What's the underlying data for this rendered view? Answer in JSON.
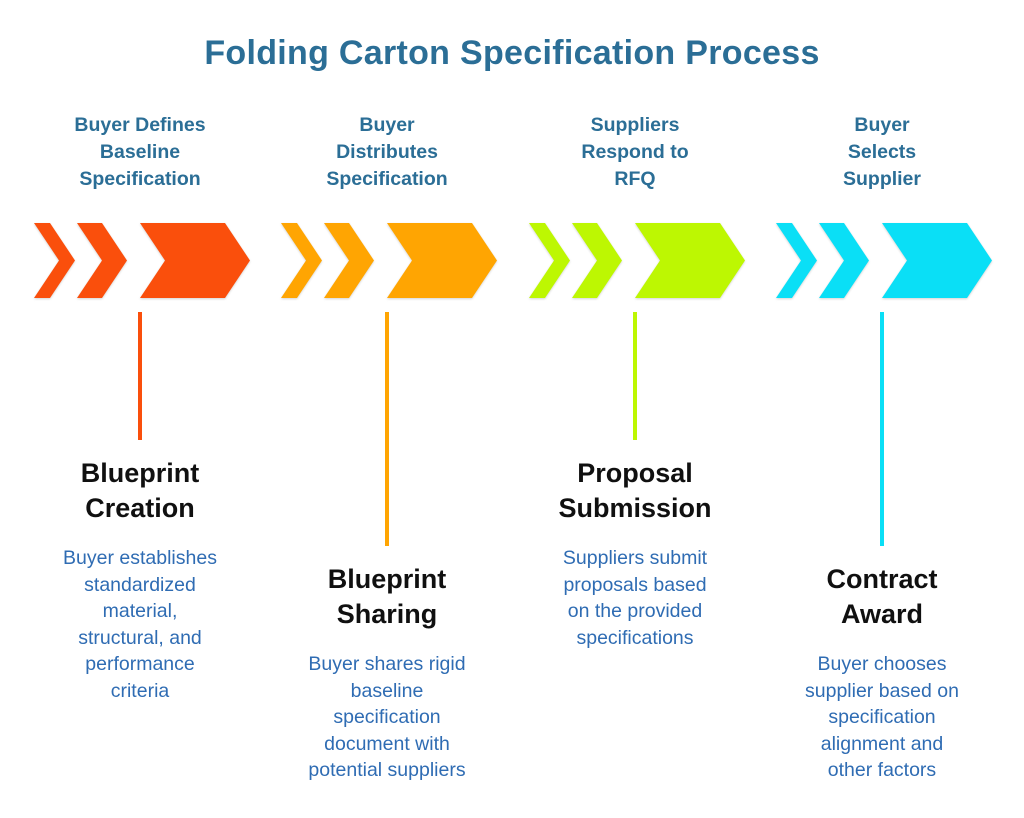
{
  "title": "Folding Carton Specification Process",
  "colors": {
    "heading_teal": "#2B6E96",
    "step_title_black": "#101010",
    "description_blue": "#2F6CB3",
    "background": "#FFFFFF"
  },
  "steps": [
    {
      "header": "Buyer Defines\nBaseline\nSpecification",
      "color": "#FA4F0C",
      "title": "Blueprint\nCreation",
      "description": "Buyer establishes\nstandardized\nmaterial,\nstructural, and\nperformance\ncriteria"
    },
    {
      "header": "Buyer\nDistributes\nSpecification",
      "color": "#FFA502",
      "title": "Blueprint\nSharing",
      "description": "Buyer shares rigid\nbaseline\nspecification\ndocument with\npotential suppliers"
    },
    {
      "header": "Suppliers\nRespond to\nRFQ",
      "color": "#BDF702",
      "title": "Proposal\nSubmission",
      "description": "Suppliers submit\nproposals based\non the provided\nspecifications"
    },
    {
      "header": "Buyer\nSelects\nSupplier",
      "color": "#0ADFF6",
      "title": "Contract\nAward",
      "description": "Buyer chooses\nsupplier based on\nspecification\nalignment and\nother factors"
    }
  ]
}
